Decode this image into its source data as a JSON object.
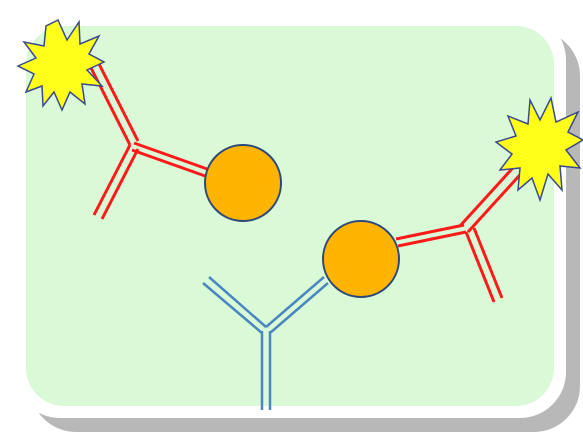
{
  "colors": {
    "panel_fill": "#dafad7",
    "panel_border": "#ffffff",
    "shadow": "#9a9a9a",
    "ligand_arm": "#ff1a1a",
    "bead_fill": "#ffb400",
    "bead_stroke": "#2f4a7a",
    "flash_fill": "#ffff1a",
    "flash_stroke": "#3b4a8c",
    "antibody": "#4a86c0"
  },
  "elements": {
    "panel": "rounded-panel",
    "left_molecule": {
      "label_icon": "starburst-icon",
      "linker": "red-double-line-linker",
      "bead": "orange-bead"
    },
    "right_molecule": {
      "label_icon": "starburst-icon",
      "linker": "red-double-line-linker",
      "bead": "orange-bead"
    },
    "antibody": "y-shaped-antibody-icon"
  }
}
